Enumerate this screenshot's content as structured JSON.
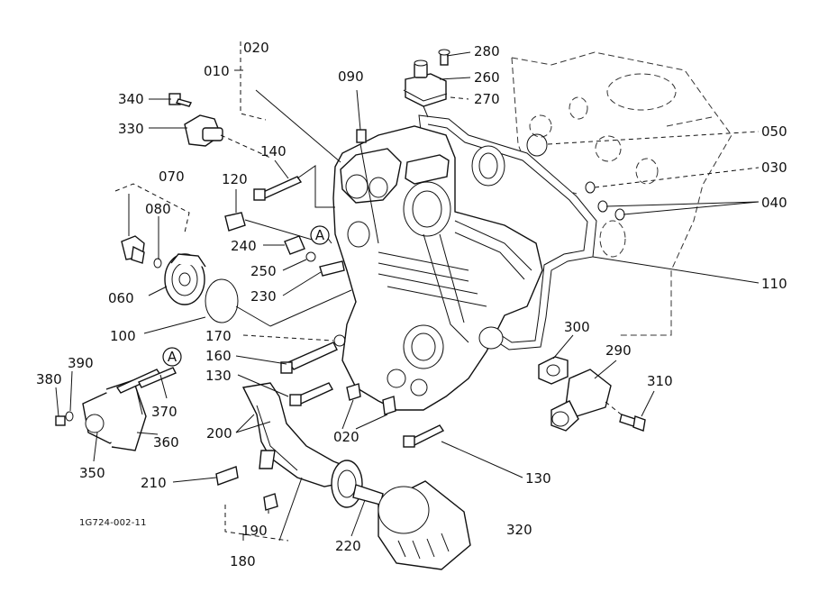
{
  "drawing": {
    "code": "1G724-002-11",
    "callouts": [
      {
        "key": "p010",
        "text": "010"
      },
      {
        "key": "p020a",
        "text": "020"
      },
      {
        "key": "p020b",
        "text": "020"
      },
      {
        "key": "p030",
        "text": "030"
      },
      {
        "key": "p040",
        "text": "040"
      },
      {
        "key": "p050",
        "text": "050"
      },
      {
        "key": "p060",
        "text": "060"
      },
      {
        "key": "p070",
        "text": "070"
      },
      {
        "key": "p080",
        "text": "080"
      },
      {
        "key": "p090",
        "text": "090"
      },
      {
        "key": "p100",
        "text": "100"
      },
      {
        "key": "p110",
        "text": "110"
      },
      {
        "key": "p120",
        "text": "120"
      },
      {
        "key": "p130a",
        "text": "130"
      },
      {
        "key": "p130b",
        "text": "130"
      },
      {
        "key": "p140",
        "text": "140"
      },
      {
        "key": "p160",
        "text": "160"
      },
      {
        "key": "p170",
        "text": "170"
      },
      {
        "key": "p180",
        "text": "180"
      },
      {
        "key": "p190",
        "text": "190"
      },
      {
        "key": "p200",
        "text": "200"
      },
      {
        "key": "p210",
        "text": "210"
      },
      {
        "key": "p220",
        "text": "220"
      },
      {
        "key": "p230",
        "text": "230"
      },
      {
        "key": "p240",
        "text": "240"
      },
      {
        "key": "p250",
        "text": "250"
      },
      {
        "key": "p260",
        "text": "260"
      },
      {
        "key": "p270",
        "text": "270"
      },
      {
        "key": "p280",
        "text": "280"
      },
      {
        "key": "p290",
        "text": "290"
      },
      {
        "key": "p300",
        "text": "300"
      },
      {
        "key": "p310",
        "text": "310"
      },
      {
        "key": "p320",
        "text": "320"
      },
      {
        "key": "p330",
        "text": "330"
      },
      {
        "key": "p340",
        "text": "340"
      },
      {
        "key": "p350",
        "text": "350"
      },
      {
        "key": "p360",
        "text": "360"
      },
      {
        "key": "p370",
        "text": "370"
      },
      {
        "key": "p380",
        "text": "380"
      },
      {
        "key": "p390",
        "text": "390"
      }
    ],
    "markers": [
      {
        "key": "mA1",
        "text": "A"
      },
      {
        "key": "mA2",
        "text": "A"
      }
    ]
  }
}
